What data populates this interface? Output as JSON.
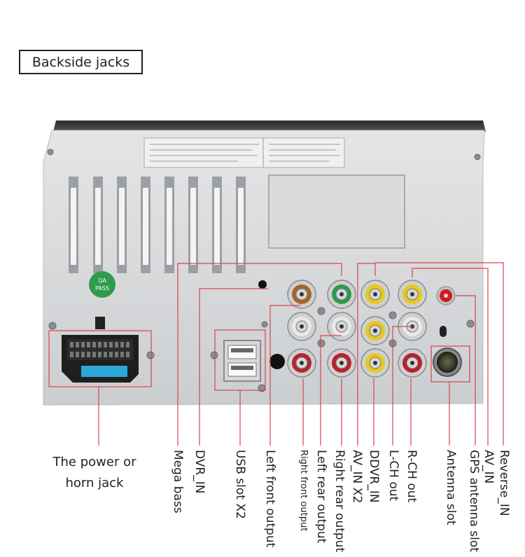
{
  "title": "Backside jacks",
  "unit_stickers": {
    "qa_line1": "QA",
    "qa_line2": "PASS"
  },
  "callouts": {
    "power": [
      "The power or",
      "horn jack"
    ],
    "labels": [
      "Mega bass",
      "DVR_IN",
      "USB slot X2",
      "Left front output",
      "Right front output",
      "Left rear output",
      "Right rear output",
      "AV_IN X2",
      "DDVR_IN",
      "L-CH out",
      "R-CH out",
      "Antenna slot",
      "GPS antenna slot",
      "AV_IN",
      "Reverse_IN"
    ]
  },
  "colors": {
    "callout_line": "#d9444a",
    "panel": "#d4d6d8",
    "rca_red": "#b8212f",
    "rca_yellow": "#e7c91a",
    "rca_white": "#e9e9e9",
    "rca_brown": "#a5652a",
    "rca_green": "#2e9a4a",
    "qa_sticker": "#2f9b4b"
  }
}
